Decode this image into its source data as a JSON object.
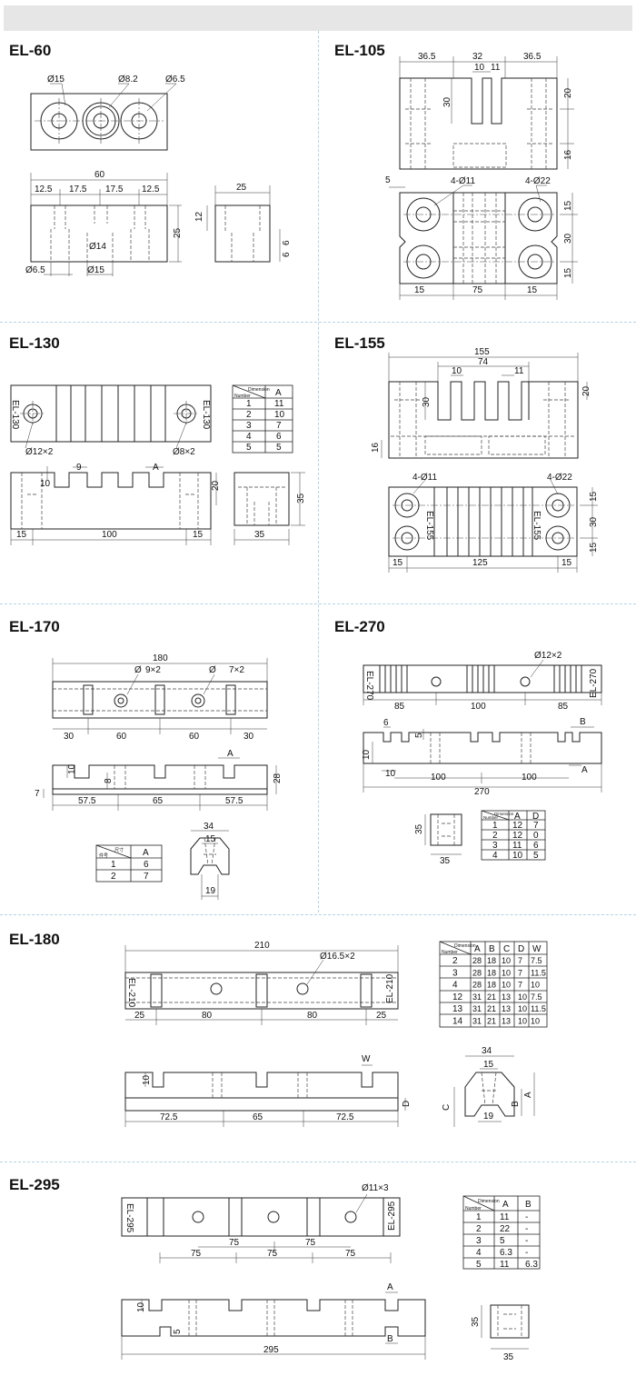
{
  "sections": {
    "el60": {
      "title": "EL-60",
      "labels": [
        "Ø15",
        "Ø8.2",
        "Ø6.5",
        "60",
        "12.5",
        "17.5",
        "17.5",
        "12.5",
        "25",
        "Ø14",
        "Ø6.5",
        "Ø15",
        "25",
        "12",
        "6",
        "6"
      ]
    },
    "el105": {
      "title": "EL-105",
      "labels": [
        "36.5",
        "32",
        "36.5",
        "10",
        "11",
        "20",
        "30",
        "16",
        "5",
        "4-Ø11",
        "4-Ø22",
        "15",
        "30",
        "15",
        "15",
        "75",
        "15"
      ]
    },
    "el130": {
      "title": "EL-130",
      "mark": "EL-130",
      "labels": [
        "Ø12×2",
        "Ø8×2",
        "10",
        "9",
        "A",
        "20",
        "15",
        "100",
        "15",
        "35",
        "35"
      ],
      "table": {
        "corner": [
          "Dimension",
          "Number"
        ],
        "header": [
          "A"
        ],
        "rows": [
          [
            "1",
            "11"
          ],
          [
            "2",
            "10"
          ],
          [
            "3",
            "7"
          ],
          [
            "4",
            "6"
          ],
          [
            "5",
            "5"
          ]
        ]
      }
    },
    "el155": {
      "title": "EL-155",
      "mark": "EL-155",
      "labels": [
        "155",
        "74",
        "10",
        "11",
        "30",
        "20",
        "16",
        "4-Ø11",
        "4-Ø22",
        "15",
        "30",
        "15",
        "15",
        "125",
        "15"
      ]
    },
    "el170": {
      "title": "EL-170",
      "labels": [
        "180",
        "Ø",
        "9×2",
        "Ø",
        "7×2",
        "30",
        "60",
        "60",
        "30",
        "10",
        "8",
        "A",
        "28",
        "7",
        "57.5",
        "65",
        "57.5",
        "34",
        "15",
        "19"
      ],
      "table": {
        "corner": [
          "尺寸",
          "件号"
        ],
        "header": [
          "A"
        ],
        "rows": [
          [
            "1",
            "6"
          ],
          [
            "2",
            "7"
          ]
        ]
      }
    },
    "el270": {
      "title": "EL-270",
      "mark": "EL-270",
      "labels": [
        "Ø12×2",
        "85",
        "100",
        "85",
        "6",
        "5",
        "B",
        "10",
        "10",
        "100",
        "100",
        "A",
        "270",
        "35",
        "35"
      ],
      "table": {
        "corner": [
          "Dimension",
          "Number"
        ],
        "header": [
          "A",
          "D"
        ],
        "rows": [
          [
            "1",
            "12",
            "7"
          ],
          [
            "2",
            "12",
            "0"
          ],
          [
            "3",
            "11",
            "6"
          ],
          [
            "4",
            "10",
            "5"
          ]
        ]
      }
    },
    "el180": {
      "title": "EL-180",
      "mark": "EL-210",
      "labels": [
        "210",
        "Ø16.5×2",
        "25",
        "80",
        "80",
        "25",
        "10",
        "W",
        "D",
        "72.5",
        "65",
        "72.5",
        "34",
        "15",
        "C",
        "B",
        "A",
        "19"
      ],
      "table": {
        "corner": [
          "Dimension",
          "Number"
        ],
        "header": [
          "A",
          "B",
          "C",
          "D",
          "W"
        ],
        "rows": [
          [
            "2",
            "28",
            "18",
            "10",
            "7",
            "7.5"
          ],
          [
            "3",
            "28",
            "18",
            "10",
            "7",
            "11.5"
          ],
          [
            "4",
            "28",
            "18",
            "10",
            "7",
            "10"
          ],
          [
            "12",
            "31",
            "21",
            "13",
            "10",
            "7.5"
          ],
          [
            "13",
            "31",
            "21",
            "13",
            "10",
            "11.5"
          ],
          [
            "14",
            "31",
            "21",
            "13",
            "10",
            "10"
          ]
        ]
      }
    },
    "el295": {
      "title": "EL-295",
      "mark": "EL-295",
      "labels": [
        "Ø11×3",
        "75",
        "75",
        "75",
        "75",
        "75",
        "A",
        "10",
        "5",
        "B",
        "295",
        "35",
        "35"
      ],
      "table": {
        "corner": [
          "Dimension",
          "Number"
        ],
        "header": [
          "A",
          "B"
        ],
        "rows": [
          [
            "1",
            "11",
            "-"
          ],
          [
            "2",
            "22",
            "-"
          ],
          [
            "3",
            "5",
            "-"
          ],
          [
            "4",
            "6.3",
            "-"
          ],
          [
            "5",
            "11",
            "6.3"
          ]
        ]
      }
    }
  }
}
